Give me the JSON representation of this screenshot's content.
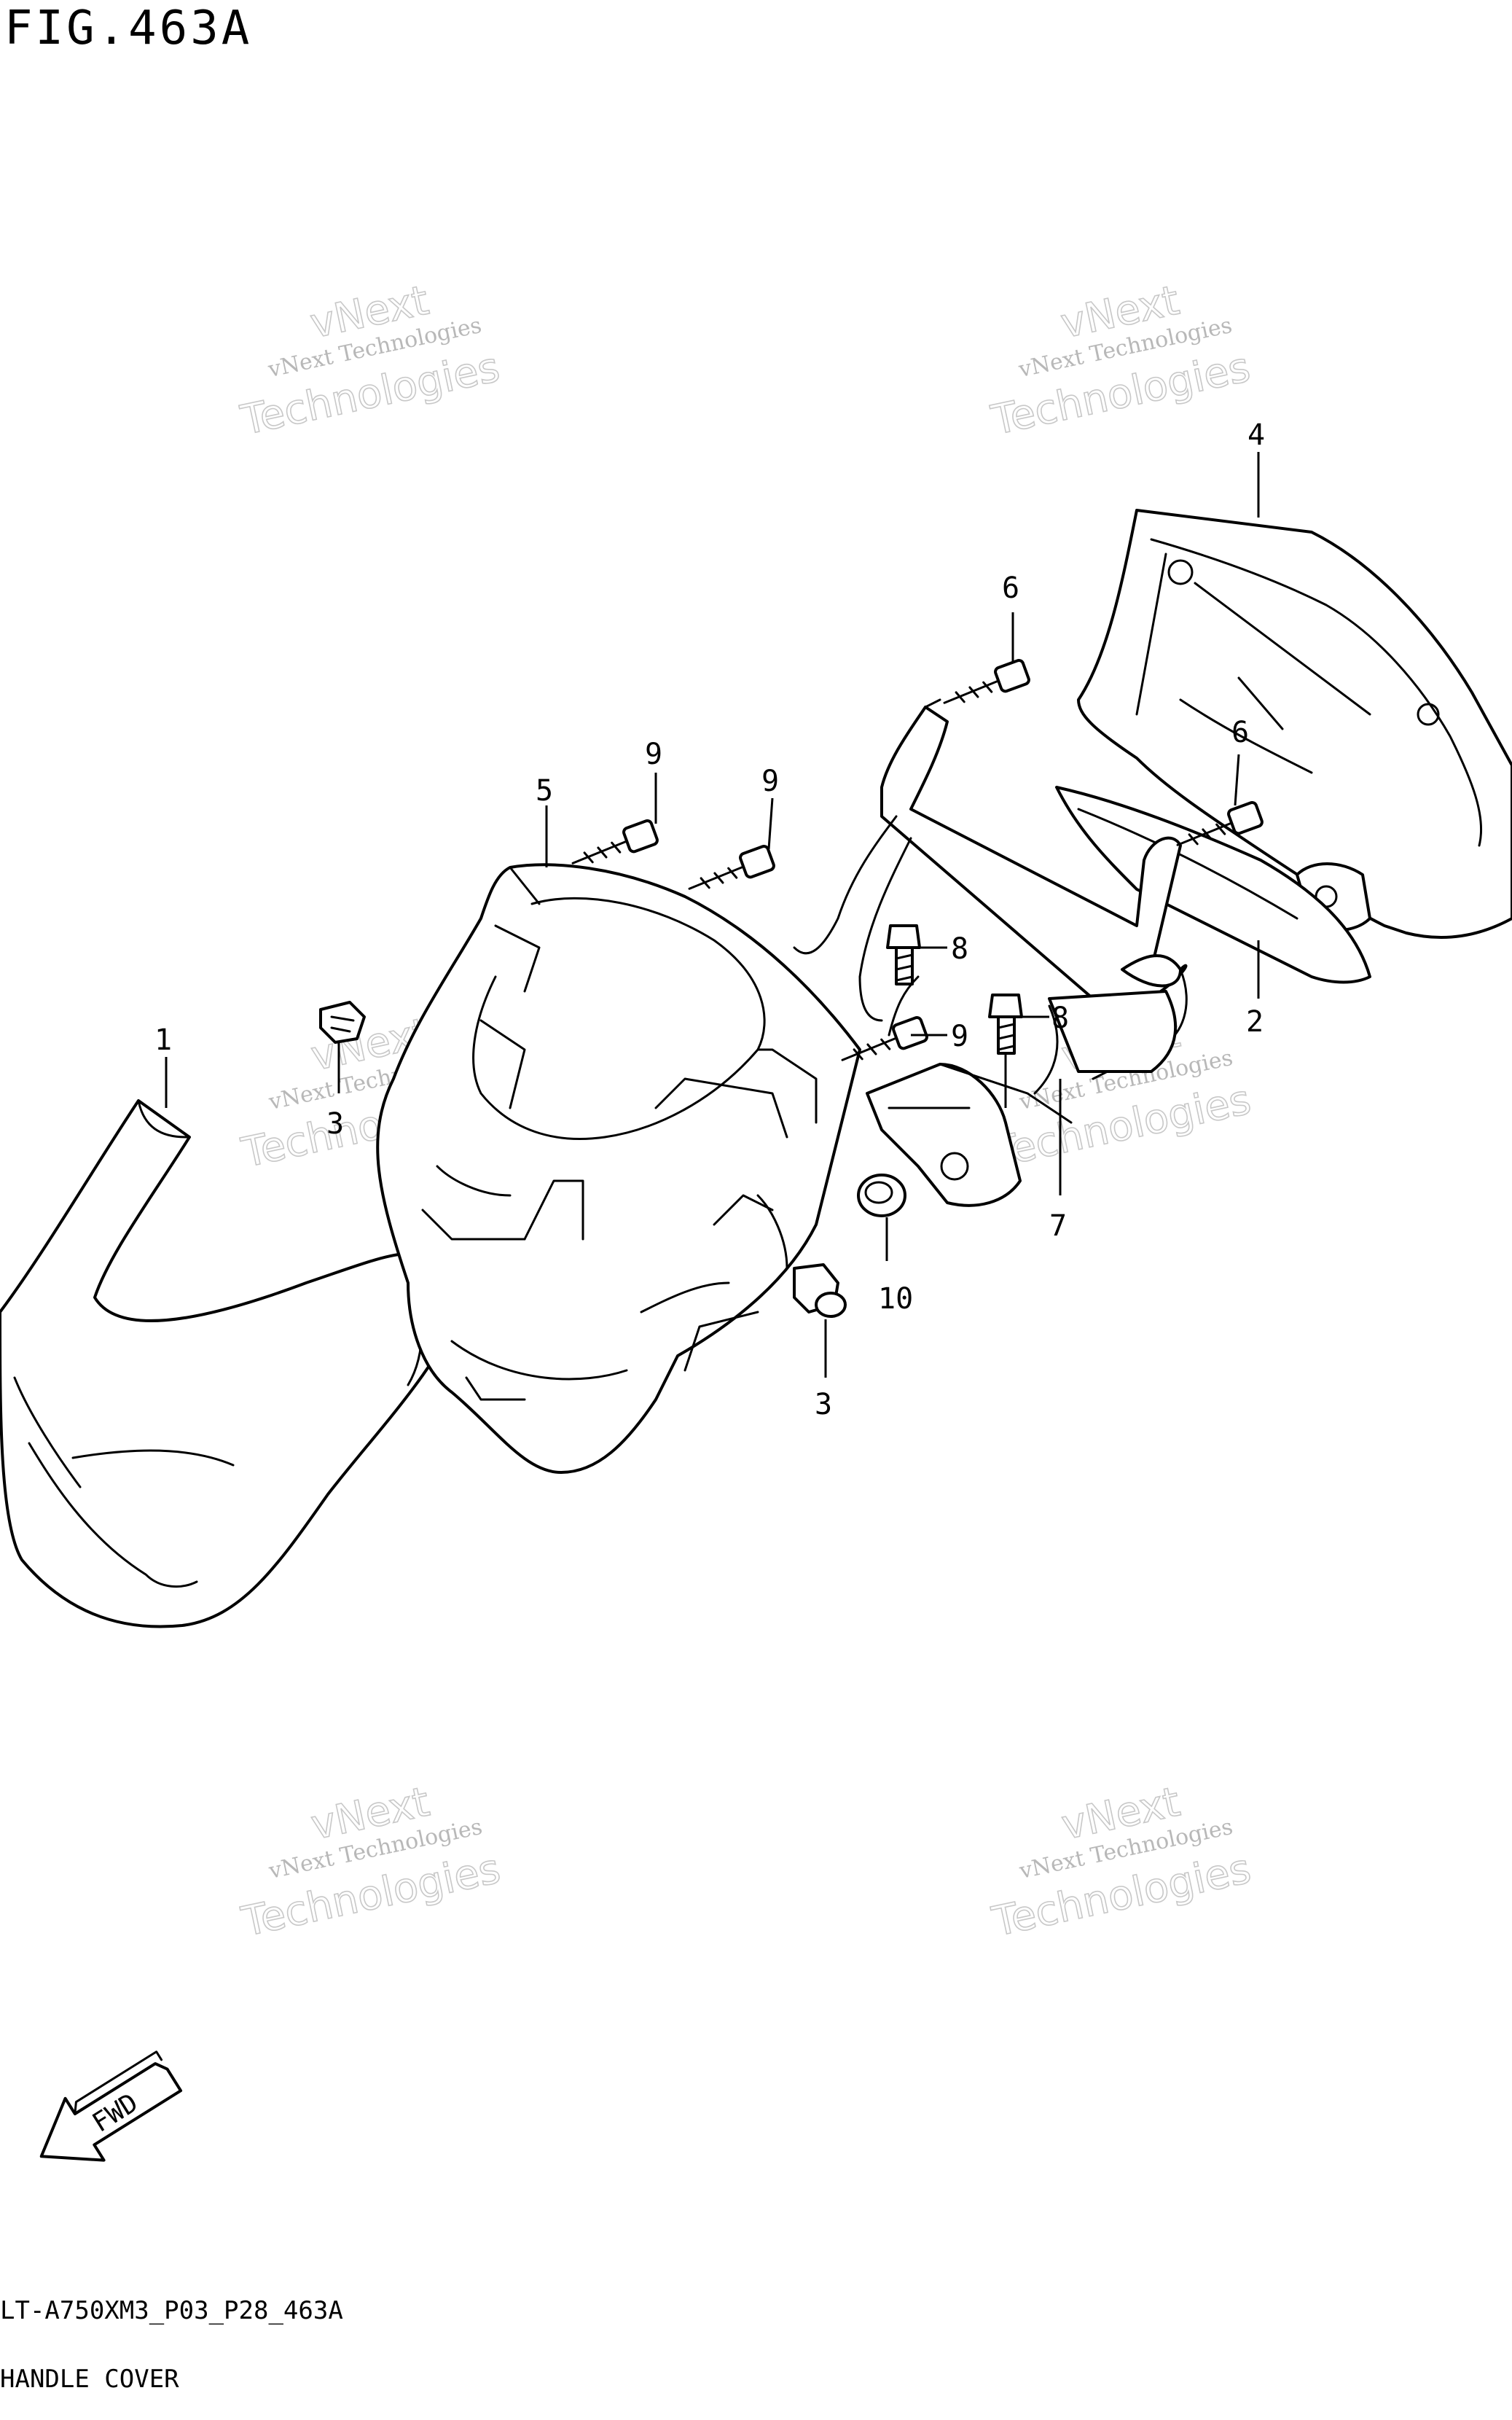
{
  "header": {
    "figure_title": "FIG.463A"
  },
  "footer": {
    "model_code": "LT-A750XM3_P03_P28_463A",
    "section_name": "HANDLE COVER"
  },
  "watermark": {
    "brand": "vNext",
    "text": "vNext Technologies",
    "word": "Technologies"
  },
  "callouts": {
    "c1": "1",
    "c2": "2",
    "c3a": "3",
    "c3b": "3",
    "c4": "4",
    "c5": "5",
    "c6a": "6",
    "c6b": "6",
    "c7": "7",
    "c8a": "8",
    "c8b": "8",
    "c9a": "9",
    "c9b": "9",
    "c9c": "9",
    "c10": "10"
  },
  "direction_arrow": {
    "label": "FWD"
  }
}
